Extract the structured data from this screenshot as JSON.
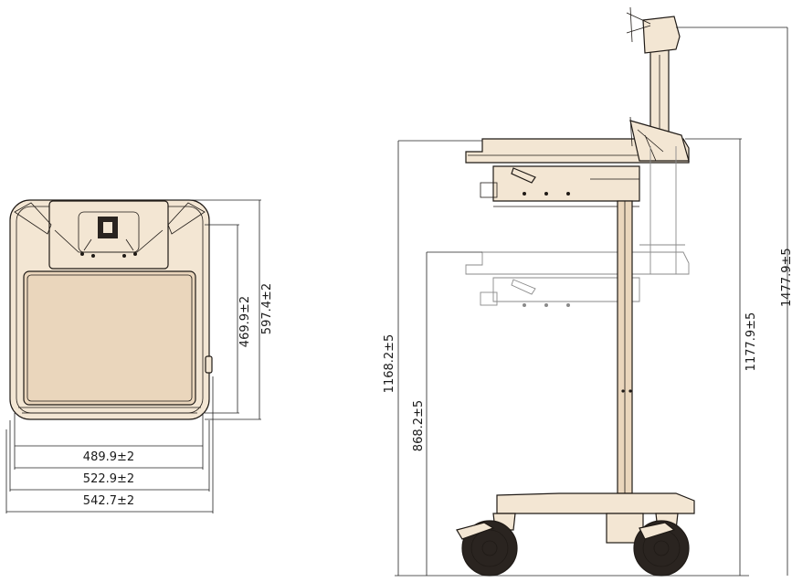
{
  "colors": {
    "body_fill": "#f3e6d3",
    "panel_fill": "#ead6bc",
    "outline": "#1f1a16",
    "ghost_outline": "#8a8a8a",
    "dimension_line": "#222222",
    "background": "#ffffff"
  },
  "top_view": {
    "dimensions": {
      "width_inner": "489.9±2",
      "width_middle": "522.9±2",
      "width_outer": "542.7±2",
      "depth_inner": "469.9±2",
      "depth_outer": "597.4±2"
    }
  },
  "side_view": {
    "dimensions": {
      "height_upper_shelf": "1168.2±5",
      "height_lower_shelf": "868.2±5",
      "height_mount": "1177.9±5",
      "height_total": "1477.9±5"
    }
  }
}
